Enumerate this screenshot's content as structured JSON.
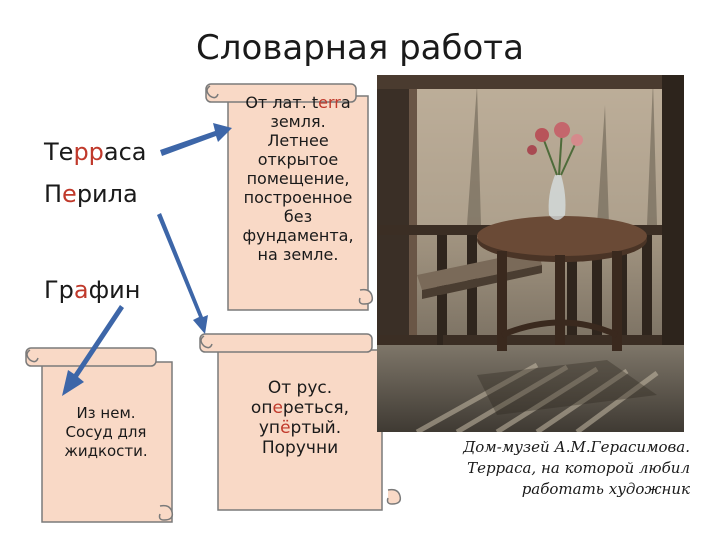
{
  "title": "Словарная работа",
  "words": [
    {
      "prefix": "Те",
      "highlight": "рр",
      "suffix": "аса"
    },
    {
      "prefix": "П",
      "highlight": "е",
      "suffix": "рила"
    },
    {
      "prefix": "Гр",
      "highlight": "а",
      "suffix": "фин"
    }
  ],
  "scroll_terrace": {
    "line1_prefix": "От лат. t",
    "line1_highlight": "err",
    "line1_suffix": "a",
    "lines": [
      "земля.",
      "Летнее",
      "открытое",
      "помещение,",
      "построенное",
      "без",
      "фундамента,",
      "на земле."
    ]
  },
  "scroll_grafin": {
    "lines": [
      "Из нем.",
      "Сосуд  для",
      "жидкости."
    ]
  },
  "scroll_perila": {
    "line1": "От рус.",
    "line2_prefix": "оп",
    "line2_highlight": "е",
    "line2_suffix": "реться,",
    "line3_prefix": "уп",
    "line3_highlight": "ё",
    "line3_suffix": "ртый.",
    "line4": "Поручни"
  },
  "caption": {
    "lines": [
      "Дом-музей А.М.Герасимова.",
      "Терраса, на которой любил",
      "работать  художник"
    ]
  },
  "colors": {
    "scroll_fill": "#f9d9c6",
    "scroll_stroke": "#7a7a7a",
    "arrow_fill": "#3d66a8",
    "highlight": "#c0392b"
  }
}
